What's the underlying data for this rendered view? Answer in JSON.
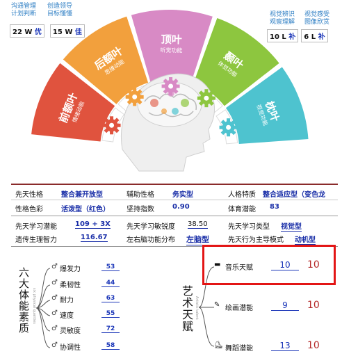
{
  "top_left_notes": {
    "line1": "沟通管理\n计划判断",
    "line2": "创造领导\n目标懂懂"
  },
  "top_left_scores": {
    "left": "22",
    "left_unit": "W",
    "left_grade": "优",
    "right": "15",
    "right_unit": "W",
    "right_grade": "佳"
  },
  "top_right_notes": {
    "line1": "视觉辨识\n观察理解",
    "line2": "视觉感受\n图像欣赏"
  },
  "top_right_scores": {
    "left": "10",
    "left_unit": "L",
    "left_grade": "补",
    "right": "6",
    "right_unit": "L",
    "right_grade": "补"
  },
  "lobes": [
    {
      "name": "前额叶",
      "sub": "情绪动能",
      "color": "#e0533e"
    },
    {
      "name": "后额叶",
      "sub": "思维动能",
      "color": "#f2a03d"
    },
    {
      "name": "顶叶",
      "sub": "听觉功能",
      "color": "#d88ac5"
    },
    {
      "name": "颞叶",
      "sub": "体觉功能",
      "color": "#8dc63f"
    },
    {
      "name": "枕叶",
      "sub": "视觉功能",
      "color": "#4ec3cf"
    }
  ],
  "info": {
    "r1": {
      "k1": "先天性格",
      "v1": "整合兼开放型",
      "k2": "辅助性格",
      "v2": "务实型",
      "k3": "人格特质",
      "v3": "整合适应型（变色龙"
    },
    "r2": {
      "k1": "性格色彩",
      "v1": "活泼型（红色）",
      "k2": "坚持指数",
      "v2": "0.90",
      "k3": "体育潜能",
      "v3": "83"
    },
    "r3": {
      "k1": "先天学习潜能",
      "v1": "109 + 3X",
      "k2": "先天学习敏锐度",
      "v2": "38.50",
      "k3": "先天学习类型",
      "v3": "视觉型"
    },
    "r4": {
      "k1": "遗传生理智力",
      "v1": "116.67",
      "k2": "左右脑功能分布",
      "v2": "左脑型",
      "k3": "先天行为主导模式",
      "v3": "动机型"
    }
  },
  "physical": {
    "title": "六大体能素质",
    "subtitle": "six physical qualities",
    "items": [
      {
        "label": "爆发力",
        "value": "53"
      },
      {
        "label": "柔韧性",
        "value": "44"
      },
      {
        "label": "耐力",
        "value": "63"
      },
      {
        "label": "速度",
        "value": "55"
      },
      {
        "label": "灵敏度",
        "value": "72"
      },
      {
        "label": "协调性",
        "value": "58"
      }
    ]
  },
  "talent": {
    "title": "艺术天赋",
    "subtitle": "Artistic talent",
    "items": [
      {
        "label": "音乐天赋",
        "value": "10",
        "max": "10",
        "icon": "radio-icon"
      },
      {
        "label": "绘画潜能",
        "value": "9",
        "max": "10",
        "icon": "paintbrush-icon"
      },
      {
        "label": "舞蹈潜能",
        "value": "13",
        "max": "10",
        "icon": "skate-icon"
      }
    ]
  },
  "colors": {
    "accent_red": "#e31515",
    "value_blue": "#1a35b8"
  }
}
